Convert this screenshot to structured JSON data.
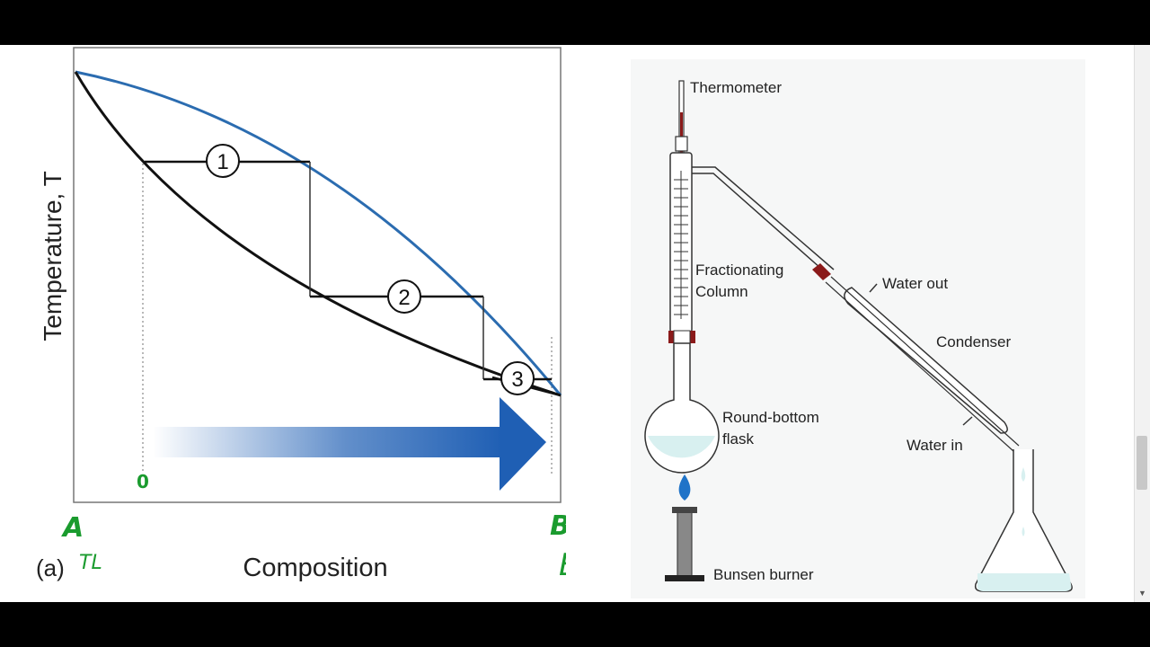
{
  "phase_diagram": {
    "y_axis_label": "Temperature, T",
    "x_axis_label": "Composition",
    "panel_label": "(a)",
    "steps": [
      "1",
      "2",
      "3"
    ],
    "colors": {
      "vapor_curve": "#2b6cb0",
      "liquid_curve": "#111111",
      "arrow": "#1f5fb4"
    }
  },
  "handwriting": {
    "left_end": "A",
    "left_note": "TL",
    "right_end": "B",
    "right_note": "BZ",
    "marker": "0",
    "color": "#1a9b2e"
  },
  "apparatus": {
    "labels": {
      "thermometer": "Thermometer",
      "fractionating_column_line1": "Fractionating",
      "fractionating_column_line2": "Column",
      "water_out": "Water out",
      "condenser": "Condenser",
      "round_bottom_flask_line1": "Round-bottom",
      "round_bottom_flask_line2": "flask",
      "water_in": "Water in",
      "bunsen_burner": "Bunsen burner"
    }
  }
}
